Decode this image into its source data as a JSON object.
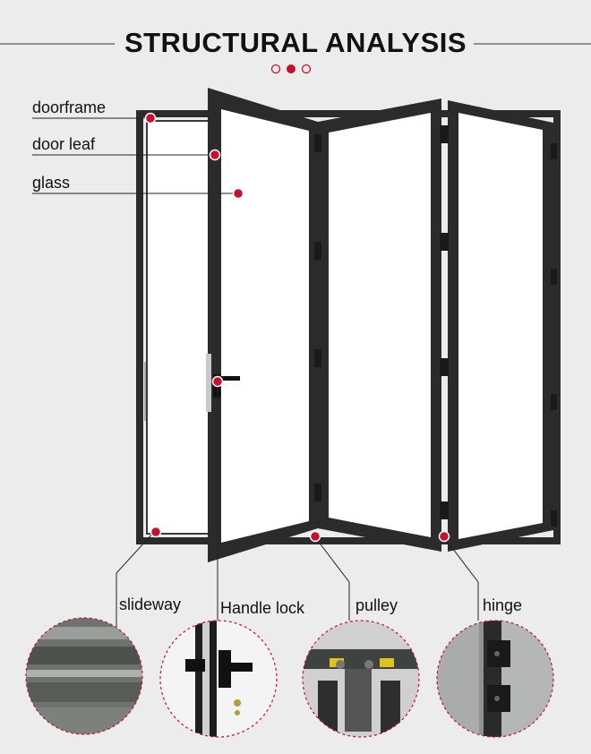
{
  "title": "STRUCTURAL ANALYSIS",
  "colors": {
    "accent": "#c8102e",
    "frame": "#2b2b2b",
    "glass": "#ffffff",
    "background": "#ececec"
  },
  "top_labels": [
    {
      "id": "doorframe",
      "text": "doorframe"
    },
    {
      "id": "door-leaf",
      "text": "door leaf"
    },
    {
      "id": "glass",
      "text": "glass"
    }
  ],
  "bottom_labels": [
    {
      "id": "slideway",
      "text": "slideway"
    },
    {
      "id": "handle-lock",
      "text": "Handle lock"
    },
    {
      "id": "pulley",
      "text": "pulley"
    },
    {
      "id": "hinge",
      "text": "hinge"
    }
  ]
}
